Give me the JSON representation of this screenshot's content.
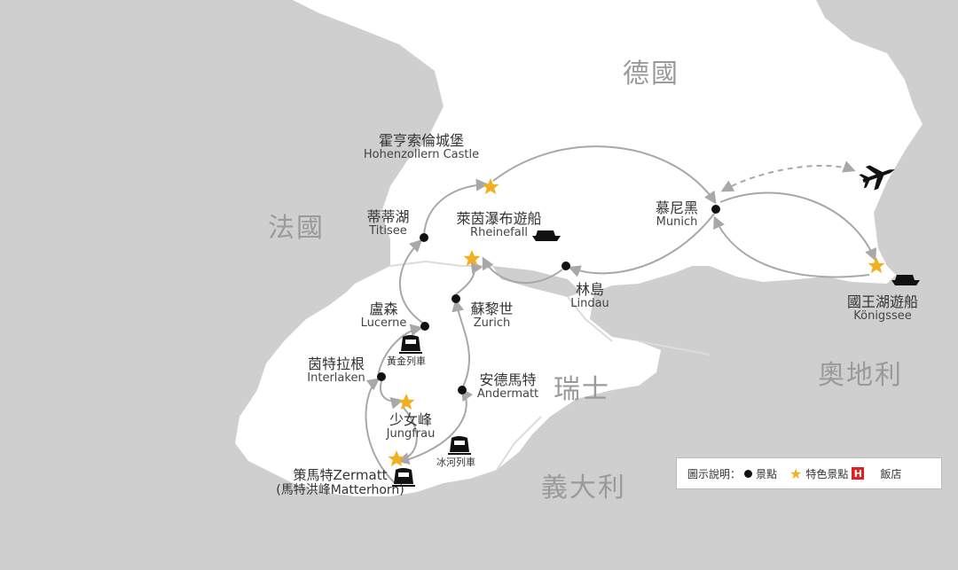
{
  "countries": [
    {
      "key": "germany",
      "label": "德國"
    },
    {
      "key": "france",
      "label": "法國"
    },
    {
      "key": "switzerland",
      "label": "瑞士"
    },
    {
      "key": "austria",
      "label": "奧地利"
    },
    {
      "key": "italy",
      "label": "義大利"
    }
  ],
  "places": {
    "hohenzollern": {
      "zh": "霍亨索倫城堡",
      "en": "Hohenzollern Castle"
    },
    "titisee": {
      "zh": "蒂蒂湖",
      "en": "Titisee"
    },
    "rheinefall": {
      "zh": "萊茵瀑布遊船",
      "en": "Rheinefall"
    },
    "munich": {
      "zh": "慕尼黑",
      "en": "Munich"
    },
    "lindau": {
      "zh": "林島",
      "en": "Lindau"
    },
    "konigssee": {
      "zh": "國王湖遊船",
      "en": "Königssee"
    },
    "lucerne": {
      "zh": "盧森",
      "en": "Lucerne"
    },
    "zurich": {
      "zh": "蘇黎世",
      "en": "Zurich"
    },
    "interlaken": {
      "zh": "茵特拉根",
      "en": "Interlaken"
    },
    "andermatt": {
      "zh": "安德馬特",
      "en": "Andermatt"
    },
    "jungfrau": {
      "zh": "少女峰",
      "en": "Jungfrau"
    },
    "zermatt": {
      "zh": "策馬特Zermatt",
      "en": "(馬特洪峰Matterhorn)"
    }
  },
  "trains": {
    "golden_pass": "黃金列車",
    "glacier_express": "冰河列車"
  },
  "legend": {
    "title": "圖示說明：",
    "spot": "景點",
    "featured": "特色景點",
    "hotel_letter": "H",
    "hotel": "飯店"
  },
  "colors": {
    "land": "#ffffff",
    "outside": "#cfcfcf",
    "route": "#a8a8a8",
    "star": "#f0b020",
    "hotel": "#e02020"
  }
}
